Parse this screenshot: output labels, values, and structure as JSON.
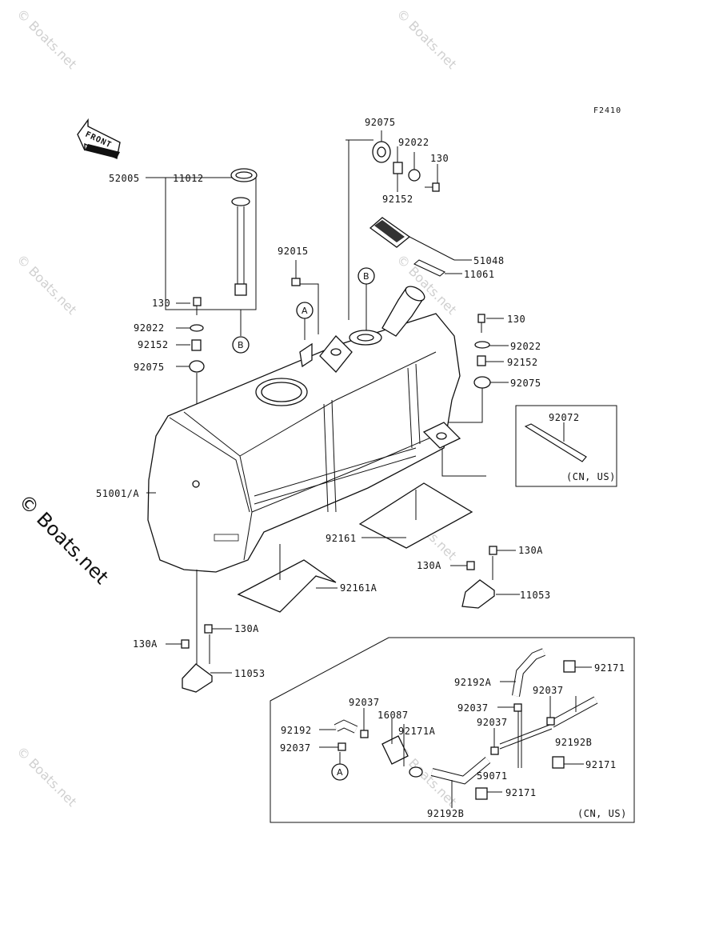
{
  "figure_code": "F2410",
  "front_label": "FRONT",
  "watermark": "© Boats.net",
  "callouts": {
    "a": "A",
    "b": "B"
  },
  "labels": {
    "l52005": "52005",
    "l11012": "11012",
    "l92075_top": "92075",
    "l92022_top": "92022",
    "l130_top": "130",
    "l92152_top": "92152",
    "l51048": "51048",
    "l11061": "11061",
    "l92015": "92015",
    "l130_left": "130",
    "l92022_left": "92022",
    "l92152_left": "92152",
    "l92075_left": "92075",
    "l130_right": "130",
    "l92022_right": "92022",
    "l92152_right": "92152",
    "l92075_right": "92075",
    "l92072": "92072",
    "l92072_note": "(CN, US)",
    "l51001A": "51001/A",
    "l92161": "92161",
    "l92161A": "92161A",
    "l130A_r1": "130A",
    "l130A_r2": "130A",
    "l11053_r": "11053",
    "l130A_l1": "130A",
    "l130A_l2": "130A",
    "l11053_l": "11053",
    "l92192A": "92192A",
    "l92171_a": "92171",
    "l92037_a": "92037",
    "l92037_b": "92037",
    "l92037_c": "92037",
    "l16087": "16087",
    "l92192": "92192",
    "l92171A": "92171A",
    "l92037_d": "92037",
    "l92192B_r": "92192B",
    "l59071": "59071",
    "l92171_b": "92171",
    "l92171_c": "92171",
    "l92192B_b": "92192B",
    "l92037_e": "92037",
    "l_hose_note": "(CN, US)"
  }
}
